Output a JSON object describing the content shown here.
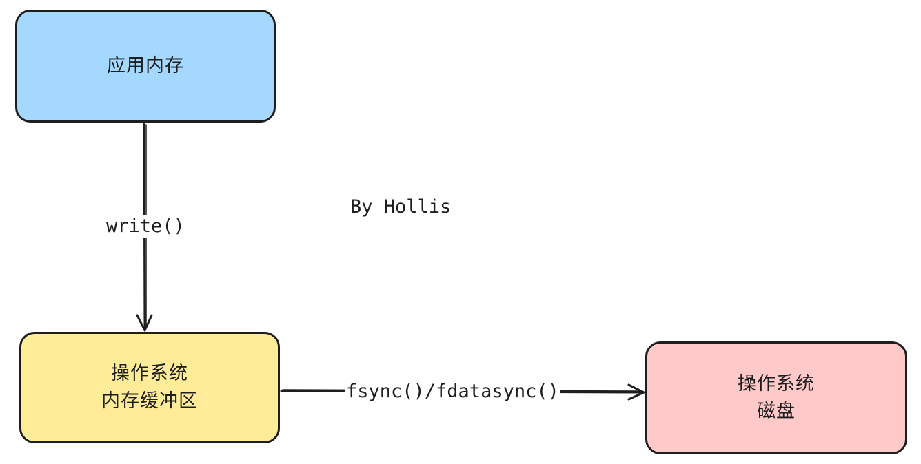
{
  "nodes": {
    "app_memory": {
      "label": "应用内存",
      "fill": "#a5d8ff"
    },
    "os_buffer": {
      "line1": "操作系统",
      "line2": "内存缓冲区",
      "fill": "#ffec99"
    },
    "os_disk": {
      "line1": "操作系统",
      "line2": "磁盘",
      "fill": "#ffc9c9"
    }
  },
  "edges": {
    "write": {
      "label": "write()",
      "from": "app_memory",
      "to": "os_buffer"
    },
    "fsync": {
      "label": "fsync()/fdatasync()",
      "from": "os_buffer",
      "to": "os_disk"
    }
  },
  "author": "By Hollis",
  "colors": {
    "stroke": "#1e1e1e",
    "background": "#ffffff"
  }
}
